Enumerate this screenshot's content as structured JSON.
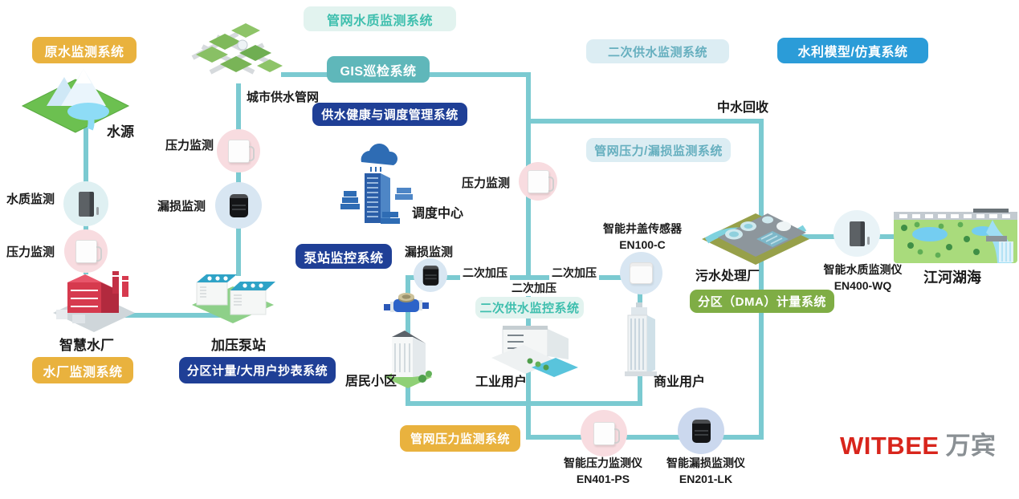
{
  "colors": {
    "pipe": "#7BCAD1",
    "orange": "#E9B23E",
    "navy": "#1F3F96",
    "teal_solid": "#5FB7BA",
    "bright_blue": "#2B9CD8",
    "green": "#7FAD45",
    "mint_bg": "#E2F3EF",
    "mint_text": "#3FBFAE",
    "lightblue_bg": "#DCEDF3",
    "lightblue_text": "#66AFBF",
    "label_text": "#1A1A1A",
    "logo_red": "#D8251C",
    "logo_gray": "#8A9094",
    "circle_pink": "#F8DCE0",
    "circle_blue": "#D8E6F2",
    "circle_cyan": "#DFF0F2",
    "circle_periwinkle": "#CBD8EE",
    "circle_light": "#E9F3F7"
  },
  "badges": {
    "raw_water_monitoring": "原水监测系统",
    "pipe_network_water_quality": "管网水质监测系统",
    "gis_inspection": "GIS巡检系统",
    "supply_health_dispatch": "供水健康与调度管理系统",
    "secondary_supply_monitoring": "二次供水监测系统",
    "hydraulic_model_simulation": "水利模型/仿真系统",
    "pipe_pressure_leak_monitoring": "管网压力/漏损监测系统",
    "pump_station_monitoring": "泵站监控系统",
    "water_plant_monitoring": "水厂监测系统",
    "district_metering_reading": "分区计量/大用户抄表系统",
    "secondary_supply_control": "二次供水监控系统",
    "dma_metering": "分区（DMA）计量系统",
    "pipe_pressure_monitoring": "管网压力监测系统"
  },
  "nodes": {
    "water_source": "水源",
    "city_pipe_network": "城市供水管网",
    "smart_water_plant": "智慧水厂",
    "pressurize_pump_station": "加压泵站",
    "dispatch_center": "调度中心",
    "residential_area": "居民小区",
    "industrial_user": "工业用户",
    "commercial_user": "商业用户",
    "sewage_plant": "污水处理厂",
    "rivers_lakes_seas": "江河湖海"
  },
  "monitors": {
    "water_quality_source": "水质监测",
    "pressure_source": "压力监测",
    "pressure_network": "压力监测",
    "leakage_network": "漏损监测",
    "pressure_trunk": "压力监测",
    "leakage_district": "漏损监测",
    "boost_left": "二次加压",
    "boost_right": "二次加压",
    "boost_center": "二次加压",
    "reclaimed_water": "中水回收"
  },
  "devices": {
    "manhole_sensor": {
      "name": "智能井盖传感器",
      "model": "EN100-C"
    },
    "water_quality_monitor": {
      "name": "智能水质监测仪",
      "model": "EN400-WQ"
    },
    "pressure_monitor": {
      "name": "智能压力监测仪",
      "model": "EN401-PS"
    },
    "leakage_monitor": {
      "name": "智能漏损监测仪",
      "model": "EN201-LK"
    }
  },
  "icons": {
    "water_source": "mountain-lake",
    "city_pipe_network": "isometric-city-map",
    "dispatch_center": "cloud-data-center",
    "smart_water_plant": "red-factory",
    "pressurize_pump_station": "pump-units",
    "water_meter": "water-meter",
    "residential_area": "apartment-building",
    "industrial_user": "industrial-building",
    "commercial_user": "office-tower",
    "sewage_plant": "treatment-plant",
    "rivers_lakes_seas": "river-landscape"
  },
  "logo": {
    "brand": "WITBEE",
    "cn": "万宾"
  }
}
